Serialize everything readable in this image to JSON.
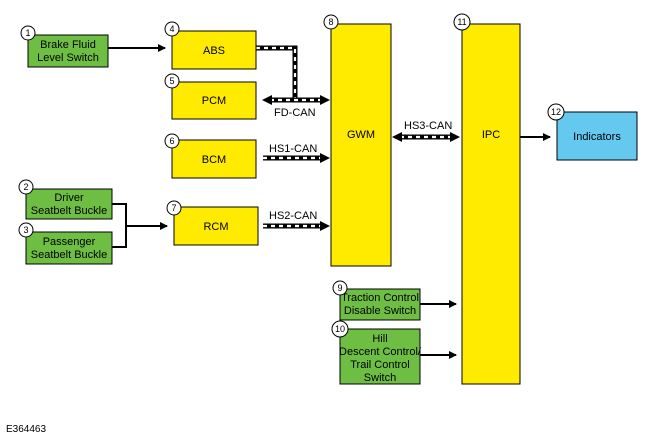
{
  "colors": {
    "yellow_module": "#ffeb00",
    "green_switch": "#6fbe44",
    "blue_output": "#64c8ef"
  },
  "nodes": {
    "brake_fluid": {
      "num": "1",
      "lines": [
        "Brake Fluid",
        "Level Switch"
      ]
    },
    "driver_buckle": {
      "num": "2",
      "lines": [
        "Driver",
        "Seatbelt Buckle"
      ]
    },
    "passenger_buckle": {
      "num": "3",
      "lines": [
        "Passenger",
        "Seatbelt Buckle"
      ]
    },
    "abs": {
      "num": "4",
      "lines": [
        "ABS"
      ]
    },
    "pcm": {
      "num": "5",
      "lines": [
        "PCM"
      ]
    },
    "bcm": {
      "num": "6",
      "lines": [
        "BCM"
      ]
    },
    "rcm": {
      "num": "7",
      "lines": [
        "RCM"
      ]
    },
    "gwm": {
      "num": "8",
      "lines": [
        "GWM"
      ]
    },
    "traction": {
      "num": "9",
      "lines": [
        "Traction Control",
        "Disable Switch"
      ]
    },
    "hill_descent": {
      "num": "10",
      "lines": [
        "Hill",
        "Descent Control/",
        "Trail Control",
        "Switch"
      ]
    },
    "ipc": {
      "num": "11",
      "lines": [
        "IPC"
      ]
    },
    "indicators": {
      "num": "12",
      "lines": [
        "Indicators"
      ]
    }
  },
  "buses": {
    "fd_can": "FD-CAN",
    "hs1_can": "HS1-CAN",
    "hs2_can": "HS2-CAN",
    "hs3_can": "HS3-CAN"
  },
  "reference": "E364463"
}
